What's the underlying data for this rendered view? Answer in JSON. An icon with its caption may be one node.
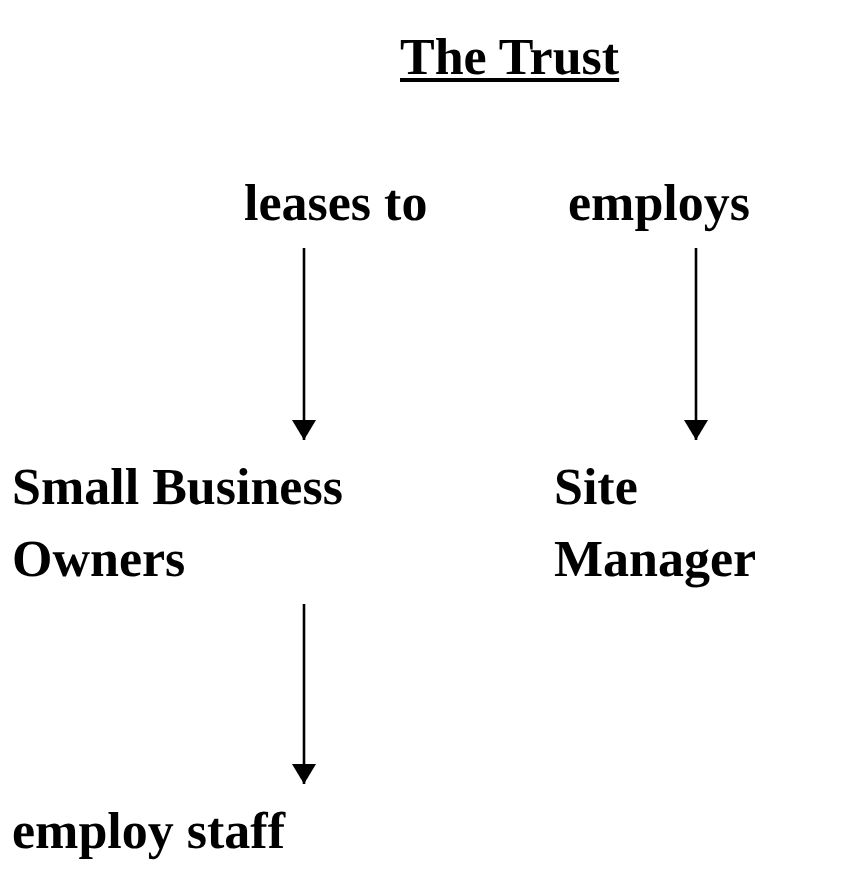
{
  "diagram": {
    "title": "The Trust",
    "nodes": [
      {
        "text": [
          "leases to"
        ]
      },
      {
        "text": [
          "employs"
        ]
      },
      {
        "text": [
          "Small Business Owners"
        ]
      },
      {
        "text": [
          "Site Manager"
        ]
      },
      {
        "text": [
          "employ staff"
        ]
      }
    ],
    "edges": [
      {
        "from": 0,
        "to": 2,
        "arrow": "to"
      },
      {
        "from": 1,
        "to": 3,
        "arrow": "to"
      },
      {
        "from": 2,
        "to": 4,
        "arrow": "to"
      }
    ]
  }
}
